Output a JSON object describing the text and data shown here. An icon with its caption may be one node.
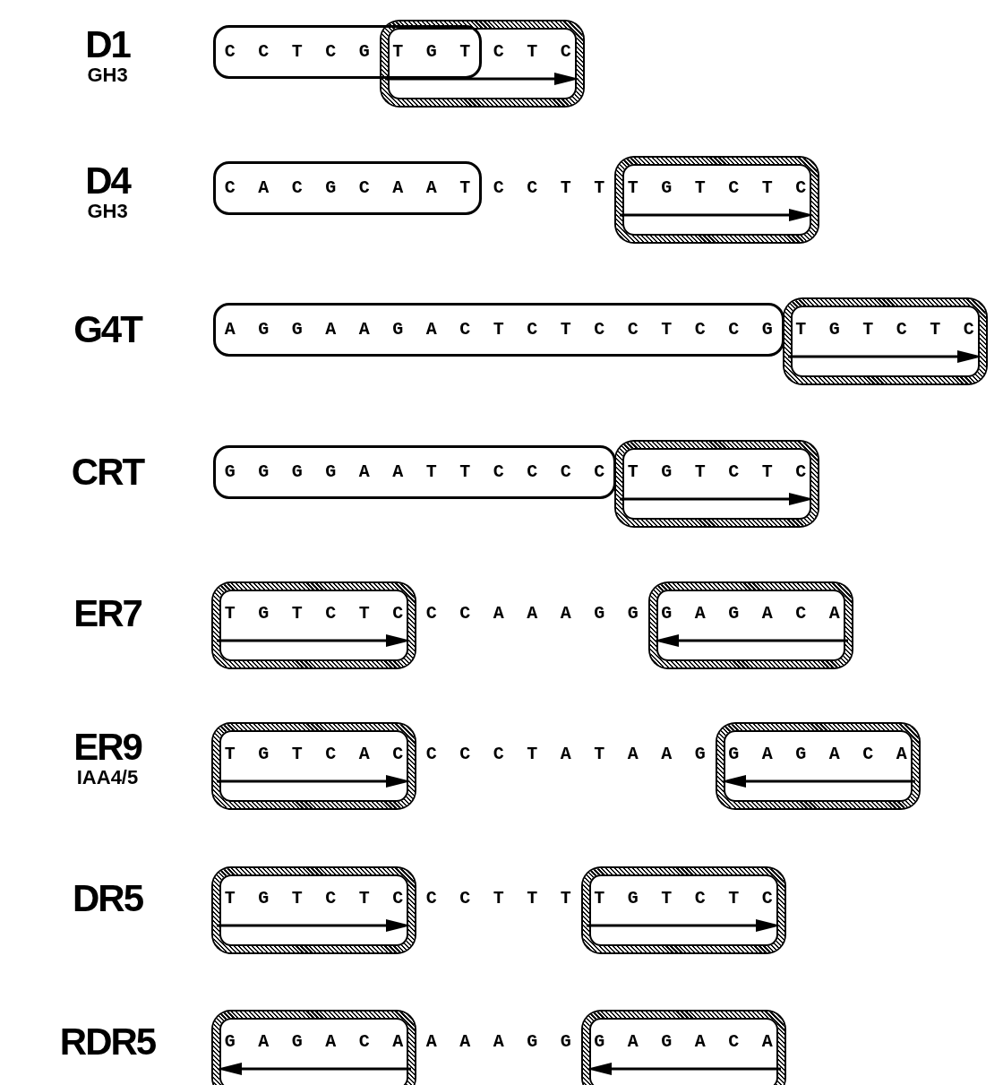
{
  "diagram": {
    "nodes": [
      {
        "text": [
          "CCTCGTGT"
        ]
      },
      {
        "text": [
          "CTC"
        ]
      },
      {
        "text": [
          "CACGCAAT"
        ]
      },
      {
        "text": [
          "TGTCTC"
        ]
      },
      {
        "text": [
          "AGGAAGACTCTCCTCCG"
        ]
      },
      {
        "text": [
          "TGTCTC"
        ]
      },
      {
        "text": [
          "GGGGAATTCCCC"
        ]
      },
      {
        "text": [
          "TGTCTC"
        ]
      },
      {
        "text": [
          "TGTCTC"
        ]
      },
      {
        "text": [
          "GAGACA"
        ]
      },
      {
        "text": [
          "TGTCAC"
        ]
      },
      {
        "text": [
          "GAGACA"
        ]
      },
      {
        "text": [
          "TGTCTC"
        ]
      },
      {
        "text": [
          "TGTCTC"
        ]
      },
      {
        "text": [
          "GAGACA"
        ]
      },
      {
        "text": [
          "GAGACA"
        ]
      }
    ],
    "labels": [
      "D1",
      "GH3",
      "D4",
      "GH3",
      "CCTT",
      "G4T",
      "CRT",
      "ER7",
      "CCAAAGG",
      "ER9",
      "IAA4/5",
      "CCCTATAAG",
      "DR5",
      "CCTTT",
      "RDR5",
      "AAAGG"
    ]
  }
}
